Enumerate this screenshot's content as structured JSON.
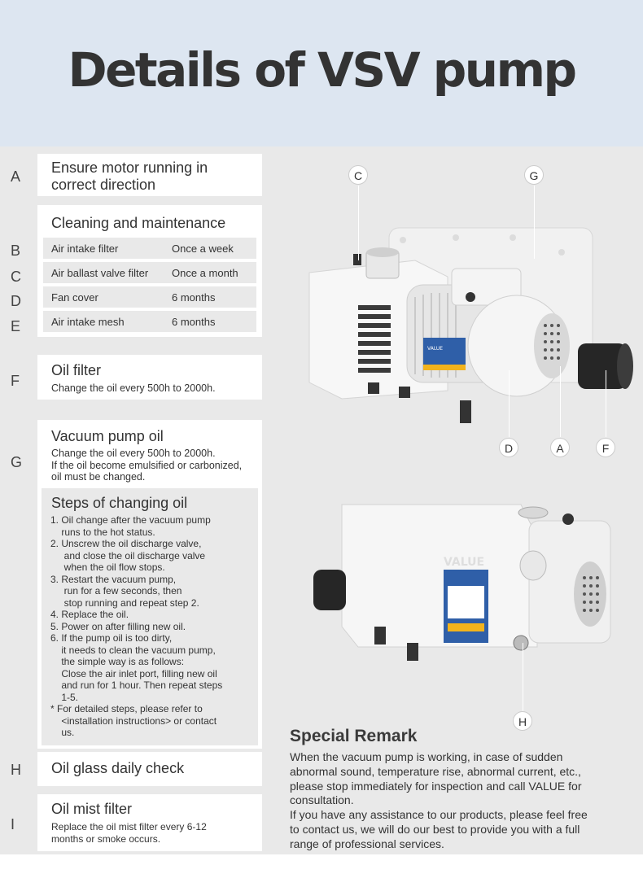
{
  "title": "Details of VSV pump",
  "sections": {
    "a": {
      "letter": "A",
      "title": "Ensure motor running in correct direction"
    },
    "cleaning": {
      "title": "Cleaning and maintenance",
      "rows": [
        {
          "letter": "B",
          "item": "Air intake filter",
          "interval": "Once a week"
        },
        {
          "letter": "C",
          "item": "Air ballast valve filter",
          "interval": "Once a month"
        },
        {
          "letter": "D",
          "item": "Fan cover",
          "interval": "6 months"
        },
        {
          "letter": "E",
          "item": "Air intake mesh",
          "interval": "6 months"
        }
      ]
    },
    "f": {
      "letter": "F",
      "title": "Oil filter",
      "text": "Change the oil every 500h to 2000h."
    },
    "g": {
      "letter": "G",
      "title": "Vacuum pump oil",
      "text_lines": [
        "Change the oil every 500h to 2000h.",
        "If the oil become emulsified or carbonized,",
        "oil must be changed."
      ],
      "steps_title": "Steps of changing oil",
      "steps_lines": [
        "1. Oil change after the vacuum pump",
        "    runs to the hot status.",
        "2. Unscrew the oil discharge valve,",
        "     and close the oil discharge valve",
        "     when the oil flow stops.",
        "3. Restart the vacuum pump,",
        "     run for a few seconds, then",
        "     stop running and repeat step 2.",
        "4. Replace the oil.",
        "5. Power on after filling new oil.",
        "6. If the pump oil is too dirty,",
        "    it needs to clean the vacuum pump,",
        "    the simple way is as follows:",
        "    Close the air inlet port, filling new oil",
        "    and run for 1 hour. Then repeat steps",
        "    1-5.",
        "* For detailed steps, please refer to",
        "    <installation instructions> or contact",
        "    us."
      ]
    },
    "h": {
      "letter": "H",
      "title": "Oil glass daily check"
    },
    "i": {
      "letter": "I",
      "title": "Oil mist filter",
      "text_lines": [
        "Replace the oil mist filter every 6-12",
        "months or smoke occurs."
      ]
    }
  },
  "callouts": {
    "c": "C",
    "g": "G",
    "d": "D",
    "a": "A",
    "f": "F",
    "h": "H"
  },
  "nameplate": {
    "brand": "VALUE",
    "brand_logo": "VALUE"
  },
  "remark": {
    "title": "Special Remark",
    "lines": [
      "When the vacuum pump is working, in case of sudden",
      "abnormal sound, temperature rise, abnormal current, etc.,",
      "please stop immediately for inspection and call VALUE for",
      "consultation.",
      "If you have any assistance to our products, please feel free",
      "to contact us, we will do our best to provide you with a full",
      "range of professional services."
    ]
  },
  "colors": {
    "header_bg": "#dde6f1",
    "main_bg": "#e9e9e9",
    "card_bg": "#ffffff",
    "text": "#333333"
  }
}
